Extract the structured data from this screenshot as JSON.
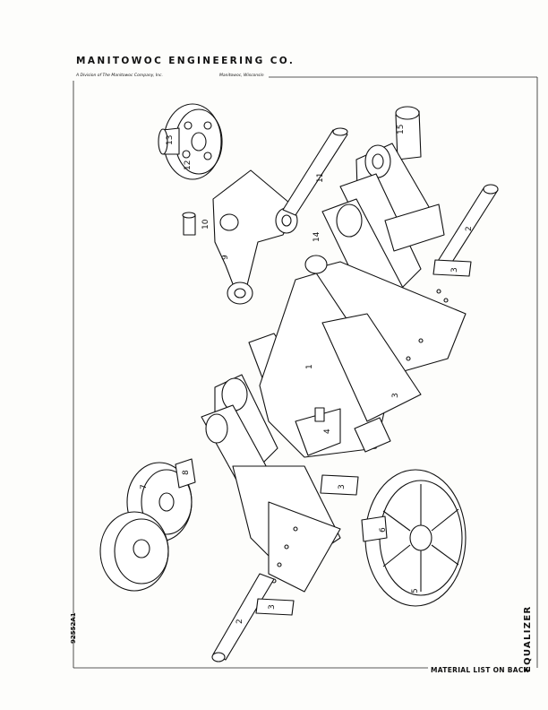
{
  "header": {
    "company": "MANITOWOC ENGINEERING CO.",
    "division": "A Division of The Manitowoc Company, Inc.",
    "location": "Manitowoc, Wisconsin"
  },
  "document_number": "92552A1",
  "footer_note": "MATERIAL LIST ON BACK",
  "title": "EQUALIZER",
  "parts": [
    {
      "label": "1"
    },
    {
      "label": "2"
    },
    {
      "label": "2"
    },
    {
      "label": "3"
    },
    {
      "label": "3"
    },
    {
      "label": "3"
    },
    {
      "label": "3"
    },
    {
      "label": "4"
    },
    {
      "label": "5"
    },
    {
      "label": "6"
    },
    {
      "label": "7"
    },
    {
      "label": "8"
    },
    {
      "label": "9"
    },
    {
      "label": "10"
    },
    {
      "label": "11"
    },
    {
      "label": "12"
    },
    {
      "label": "13"
    },
    {
      "label": "14"
    },
    {
      "label": "15"
    }
  ]
}
